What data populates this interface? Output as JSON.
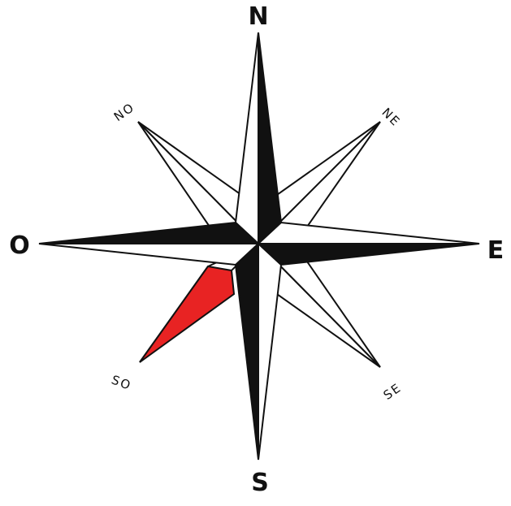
{
  "labels": {
    "north": "N",
    "south": "S",
    "east": "E",
    "west": "O",
    "northeast": "NE",
    "northwest": "NO",
    "southeast": "SE",
    "southwest": "SO"
  },
  "colors": {
    "ink": "#111111",
    "paper": "#ffffff",
    "highlight": "#e82323"
  },
  "highlighted_point": "southwest"
}
